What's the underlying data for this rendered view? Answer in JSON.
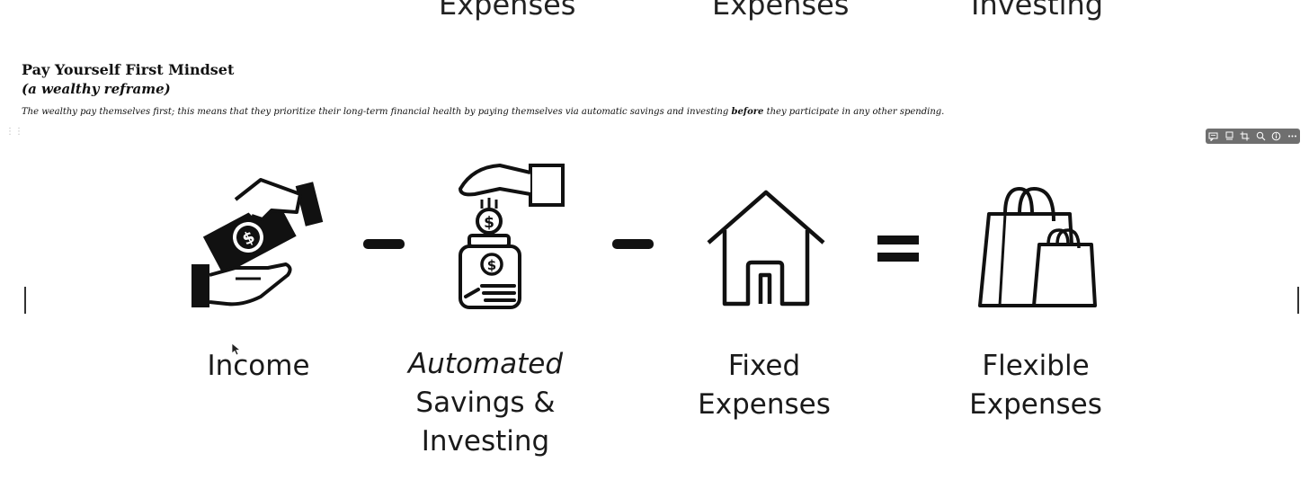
{
  "top_partial_labels": [
    "Expenses",
    "Expenses",
    "Investing"
  ],
  "heading": {
    "title": "Pay Yourself First Mindset",
    "subtitle": "(a wealthy reframe)"
  },
  "description": {
    "before_bold": "The wealthy pay themselves first; this means that they prioritize their long-term financial health by paying themselves via automatic savings and investing ",
    "bold": "before",
    "after_bold": " they participate in any other spending."
  },
  "image_toolbar": {
    "icons": [
      "comment-icon",
      "caption-icon",
      "crop-icon",
      "zoom-icon",
      "info-icon",
      "more-icon"
    ]
  },
  "equation": {
    "operators": [
      "−",
      "−",
      "="
    ],
    "items": [
      {
        "icon": "money-hands-icon",
        "lines": [
          "Income"
        ]
      },
      {
        "icon": "savings-jar-icon",
        "lines": [
          "Automated",
          "Savings &",
          "Investing"
        ]
      },
      {
        "icon": "house-icon",
        "lines": [
          "Fixed",
          "Expenses"
        ]
      },
      {
        "icon": "shopping-bags-icon",
        "lines": [
          "Flexible",
          "Expenses"
        ]
      }
    ]
  }
}
